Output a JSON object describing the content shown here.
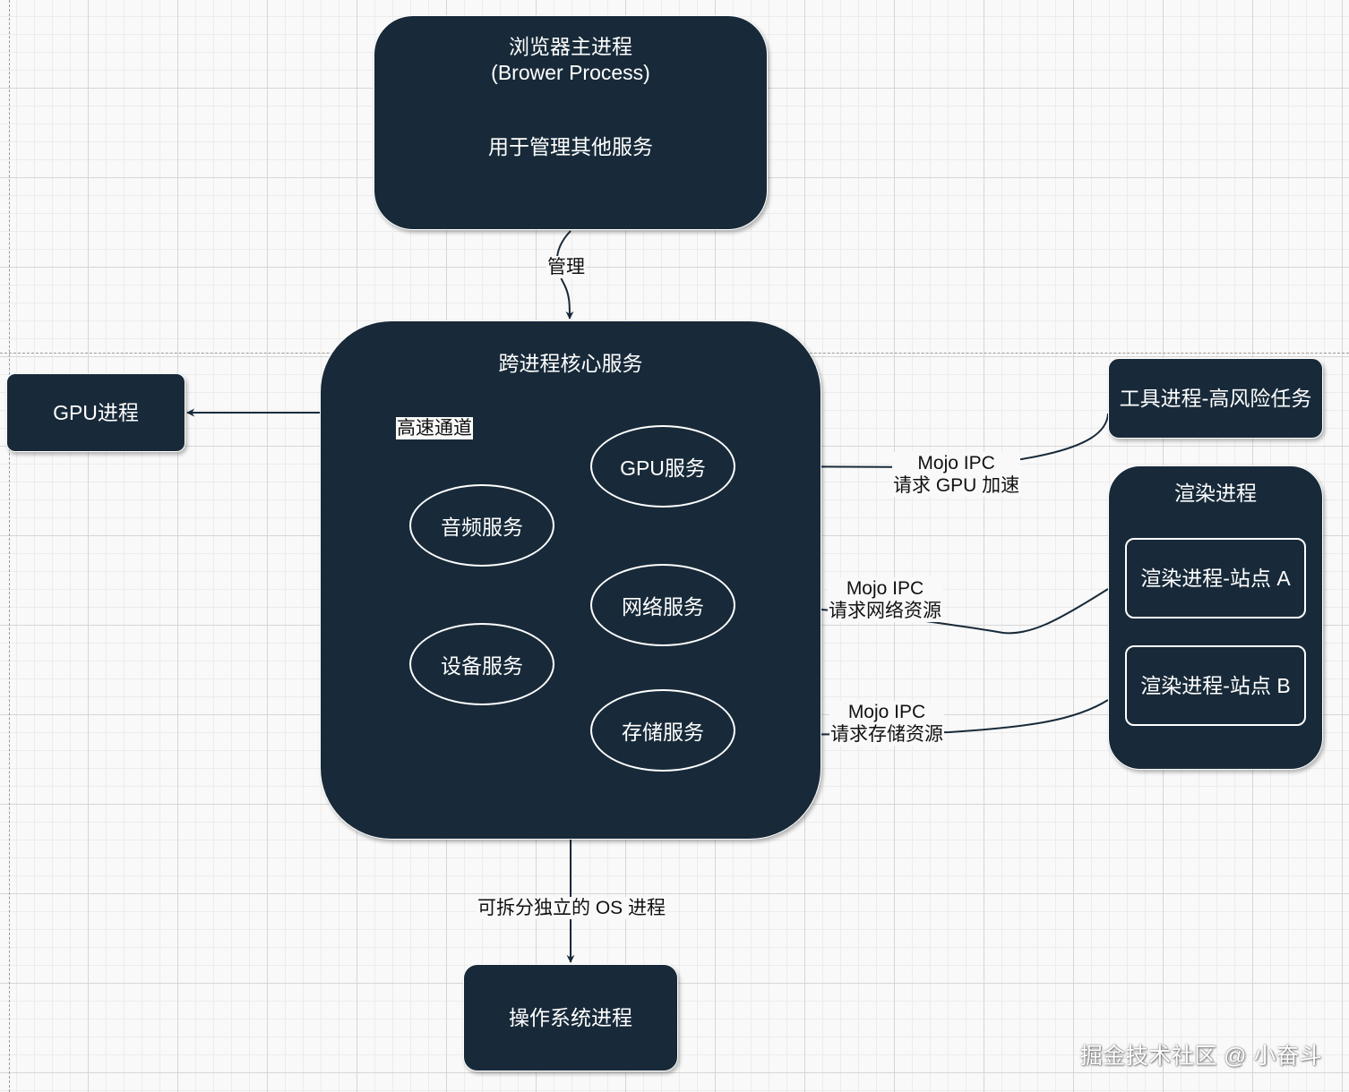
{
  "nodes": {
    "browser": {
      "title": "浏览器主进程",
      "subtitle": "(Brower Process)",
      "description": "用于管理其他服务"
    },
    "core": {
      "title": "跨进程核心服务"
    },
    "services": {
      "gpu": "GPU服务",
      "audio": "音频服务",
      "network": "网络服务",
      "device": "设备服务",
      "storage": "存储服务"
    },
    "gpu_process": "GPU进程",
    "tool_process": "工具进程-高风险任务",
    "render_process": {
      "title": "渲染进程",
      "site_a": "渲染进程-站点 A",
      "site_b": "渲染进程-站点 B"
    },
    "os_process": "操作系统进程"
  },
  "edges": {
    "manage": "管理",
    "fast_channel": "高速通道",
    "gpu_ipc": {
      "line1": "Mojo IPC",
      "line2": "请求 GPU 加速"
    },
    "network_ipc": {
      "line1": "Mojo IPC",
      "line2": "请求网络资源"
    },
    "storage_ipc": {
      "line1": "Mojo IPC",
      "line2": "请求存储资源"
    },
    "split_os": "可拆分独立的 OS 进程"
  },
  "watermark": "掘金技术社区 @ 小奋斗",
  "colors": {
    "node_fill": "#182a39",
    "edge": "#182a39",
    "background": "#f9f9f9"
  }
}
